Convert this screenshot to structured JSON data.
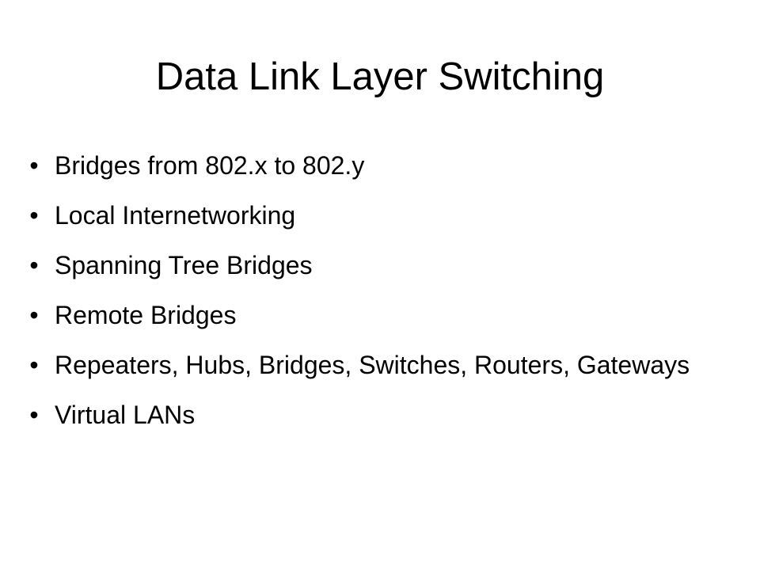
{
  "slide": {
    "title": "Data Link Layer Switching",
    "bullet_symbol": "•",
    "bullets": [
      {
        "label": "Bridges from 802.x to 802.y"
      },
      {
        "label": "Local Internetworking"
      },
      {
        "label": "Spanning Tree Bridges"
      },
      {
        "label": "Remote Bridges"
      },
      {
        "label": "Repeaters, Hubs, Bridges, Switches, Routers, Gateways"
      },
      {
        "label": "Virtual LANs"
      }
    ]
  }
}
